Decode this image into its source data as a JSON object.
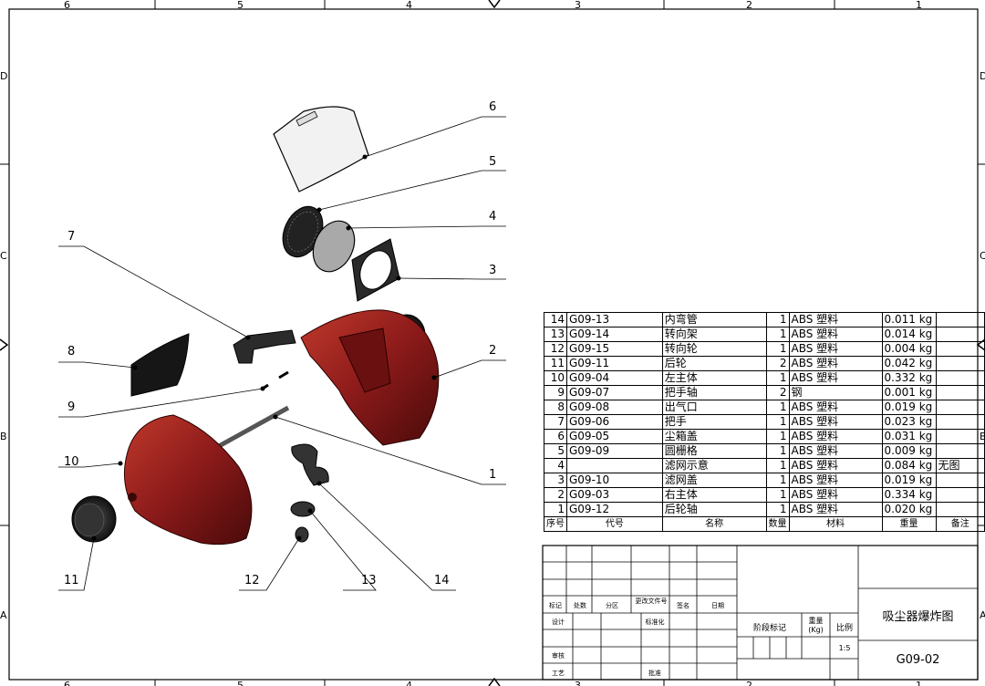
{
  "frame": {
    "top_zones": [
      "6",
      "5",
      "4",
      "3",
      "2",
      "1"
    ],
    "side_zones": [
      "D",
      "C",
      "B",
      "A"
    ]
  },
  "balloons": [
    "1",
    "2",
    "3",
    "4",
    "5",
    "6",
    "7",
    "8",
    "9",
    "10",
    "11",
    "12",
    "13",
    "14"
  ],
  "bom": {
    "rows": [
      {
        "no": "14",
        "code": "G09-13",
        "name": "内弯管",
        "qty": "1",
        "material": "ABS 塑料",
        "weight": "0.011 kg",
        "note": ""
      },
      {
        "no": "13",
        "code": "G09-14",
        "name": "转向架",
        "qty": "1",
        "material": "ABS 塑料",
        "weight": "0.014 kg",
        "note": ""
      },
      {
        "no": "12",
        "code": "G09-15",
        "name": "转向轮",
        "qty": "1",
        "material": "ABS 塑料",
        "weight": "0.004 kg",
        "note": ""
      },
      {
        "no": "11",
        "code": "G09-11",
        "name": "后轮",
        "qty": "2",
        "material": "ABS 塑料",
        "weight": "0.042 kg",
        "note": ""
      },
      {
        "no": "10",
        "code": "G09-04",
        "name": "左主体",
        "qty": "1",
        "material": "ABS 塑料",
        "weight": "0.332 kg",
        "note": ""
      },
      {
        "no": "9",
        "code": "G09-07",
        "name": "把手轴",
        "qty": "2",
        "material": "钢",
        "weight": "0.001 kg",
        "note": ""
      },
      {
        "no": "8",
        "code": "G09-08",
        "name": "出气口",
        "qty": "1",
        "material": "ABS 塑料",
        "weight": "0.019 kg",
        "note": ""
      },
      {
        "no": "7",
        "code": "G09-06",
        "name": "把手",
        "qty": "1",
        "material": "ABS 塑料",
        "weight": "0.023 kg",
        "note": ""
      },
      {
        "no": "6",
        "code": "G09-05",
        "name": "尘箱盖",
        "qty": "1",
        "material": "ABS 塑料",
        "weight": "0.031 kg",
        "note": ""
      },
      {
        "no": "5",
        "code": "G09-09",
        "name": "圆栅格",
        "qty": "1",
        "material": "ABS 塑料",
        "weight": "0.009 kg",
        "note": ""
      },
      {
        "no": "4",
        "code": "",
        "name": "滤网示意",
        "qty": "1",
        "material": "ABS 塑料",
        "weight": "0.084 kg",
        "note": "无图"
      },
      {
        "no": "3",
        "code": "G09-10",
        "name": "滤网盖",
        "qty": "1",
        "material": "ABS 塑料",
        "weight": "0.019 kg",
        "note": ""
      },
      {
        "no": "2",
        "code": "G09-03",
        "name": "右主体",
        "qty": "1",
        "material": "ABS 塑料",
        "weight": "0.334 kg",
        "note": ""
      },
      {
        "no": "1",
        "code": "G09-12",
        "name": "后轮轴",
        "qty": "1",
        "material": "ABS 塑料",
        "weight": "0.020 kg",
        "note": ""
      }
    ],
    "header": {
      "no": "序号",
      "code": "代号",
      "name": "名称",
      "qty": "数量",
      "material": "材料",
      "weight": "重量",
      "note": "备注"
    }
  },
  "title_block": {
    "labels": {
      "mark": "标记",
      "count": "处数",
      "zone": "分区",
      "doc": "更改文件号",
      "sign": "签名",
      "date": "日期",
      "design": "设计",
      "standard": "标准化",
      "review": "审核",
      "process": "工艺",
      "approve": "批准"
    },
    "stage_label": "阶段标记",
    "weight_label": "重量(Kg)",
    "scale_label": "比例",
    "scale_value": "1:5",
    "drawing_name": "吸尘器爆炸图",
    "drawing_number": "G09-02"
  },
  "colors": {
    "body_red": "#8b1a1a",
    "body_dark": "#4a0a0a",
    "wheel": "#2a2a2a"
  }
}
